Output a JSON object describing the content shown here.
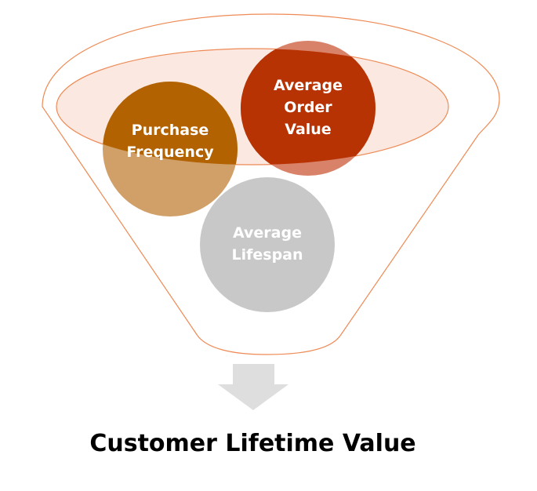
{
  "funnel": {
    "circles": {
      "purchase_frequency": {
        "label_line1": "Purchase",
        "label_line2": "Frequency"
      },
      "average_order_value": {
        "label_line1": "Average",
        "label_line2": "Order",
        "label_line3": "Value"
      },
      "average_lifespan": {
        "label_line1": "Average",
        "label_line2": "Lifespan"
      }
    }
  },
  "caption": "Customer Lifetime Value",
  "colors": {
    "funnel_outline": "#ee8a55",
    "funnel_rim_fill": "#fbe8e0",
    "purchase_frequency": "#b26200",
    "purchase_frequency_lower": "#d1a069",
    "average_order_value": "#b83304",
    "average_order_value_lower": "#d9826a",
    "average_lifespan": "#c8c8c8",
    "arrow": "#dedede"
  }
}
